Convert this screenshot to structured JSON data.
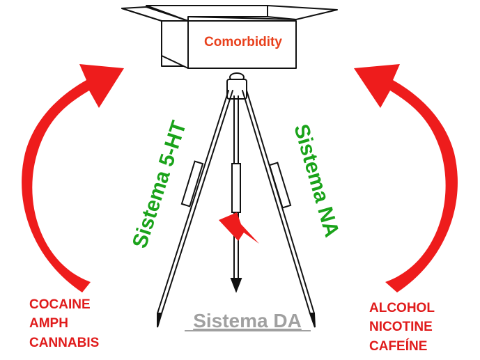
{
  "box": {
    "label": "Comorbidity"
  },
  "legs": {
    "left": "Sistema 5-HT",
    "right": "Sistema NA",
    "center": "Sistema DA"
  },
  "substances": {
    "left": [
      "COCAINE",
      "AMPH",
      "CANNABIS"
    ],
    "right": [
      "ALCOHOL",
      "NICOTINE",
      "CAFEÍNE"
    ]
  },
  "colors": {
    "arrow": "#ee1c1c",
    "box_text": "#e8401c",
    "system_text": "#1aa31a",
    "substance_text": "#e01b1b",
    "da_text": "#a0a0a0",
    "line": "#111111"
  },
  "icons": {
    "bolt": "lightning-bolt-icon",
    "tripod": "tripod-icon",
    "box": "open-box-icon"
  }
}
